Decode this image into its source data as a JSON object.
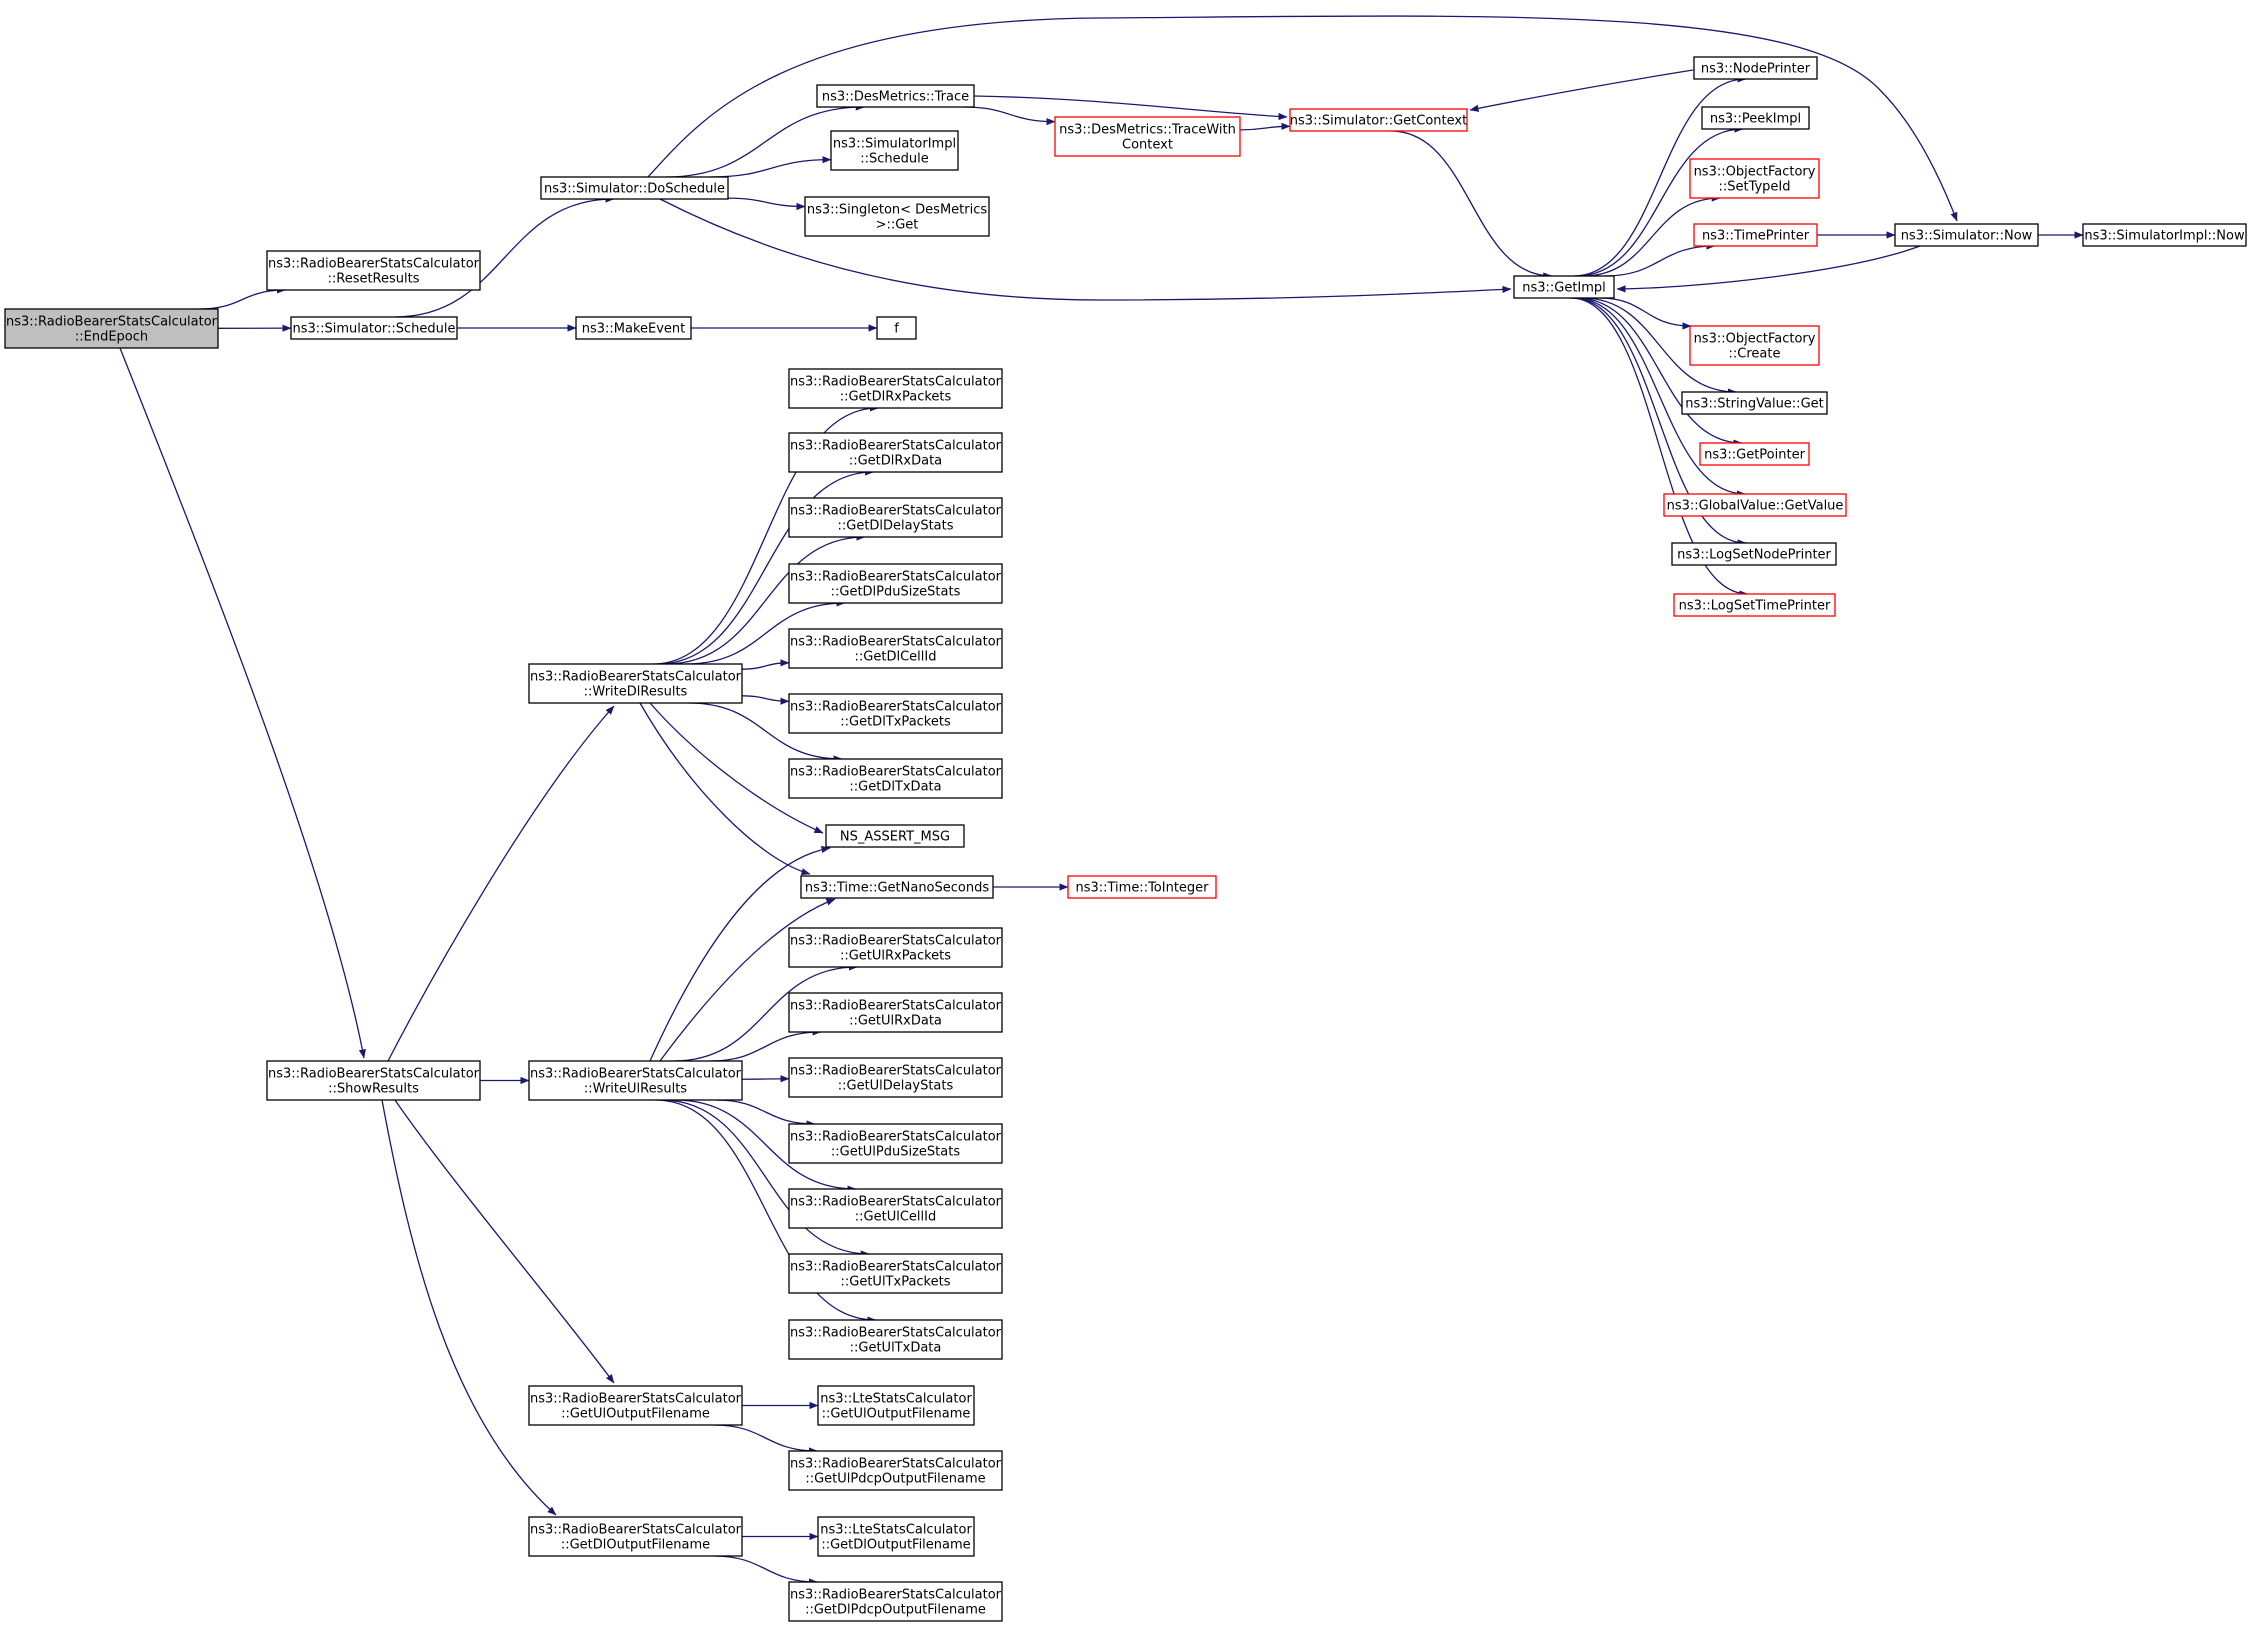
{
  "diagram": {
    "type": "call-graph",
    "colors": {
      "edge": "#191970",
      "node_border": "#000000",
      "node_border_truncated": "#ff0000",
      "root_fill": "#bfbfbf",
      "node_fill": "#ffffff"
    },
    "nodes": [
      {
        "id": "endepoch",
        "lines": [
          "ns3::RadioBearerStatsCalculator",
          "::EndEpoch"
        ],
        "root": true
      },
      {
        "id": "resetresults",
        "lines": [
          "ns3::RadioBearerStatsCalculator",
          "::ResetResults"
        ]
      },
      {
        "id": "sim_schedule",
        "lines": [
          "ns3::Simulator::Schedule"
        ]
      },
      {
        "id": "doschedule",
        "lines": [
          "ns3::Simulator::DoSchedule"
        ]
      },
      {
        "id": "desm_trace",
        "lines": [
          "ns3::DesMetrics::Trace"
        ]
      },
      {
        "id": "simimpl_schedule",
        "lines": [
          "ns3::SimulatorImpl",
          "::Schedule"
        ]
      },
      {
        "id": "singleton_get",
        "lines": [
          "ns3::Singleton< DesMetrics",
          ">::Get"
        ]
      },
      {
        "id": "tracewith",
        "lines": [
          "ns3::DesMetrics::TraceWith",
          "Context"
        ],
        "truncated": true
      },
      {
        "id": "getcontext",
        "lines": [
          "ns3::Simulator::GetContext"
        ],
        "truncated": true
      },
      {
        "id": "makeevent",
        "lines": [
          "ns3::MakeEvent"
        ]
      },
      {
        "id": "f",
        "lines": [
          "f"
        ]
      },
      {
        "id": "getimpl",
        "lines": [
          "ns3::GetImpl"
        ]
      },
      {
        "id": "nodeprinter",
        "lines": [
          "ns3::NodePrinter"
        ]
      },
      {
        "id": "peekimpl",
        "lines": [
          "ns3::PeekImpl"
        ]
      },
      {
        "id": "of_settypeid",
        "lines": [
          "ns3::ObjectFactory",
          "::SetTypeId"
        ],
        "truncated": true
      },
      {
        "id": "timeprinter",
        "lines": [
          "ns3::TimePrinter"
        ],
        "truncated": true
      },
      {
        "id": "sim_now",
        "lines": [
          "ns3::Simulator::Now"
        ]
      },
      {
        "id": "simimpl_now",
        "lines": [
          "ns3::SimulatorImpl::Now"
        ]
      },
      {
        "id": "of_create",
        "lines": [
          "ns3::ObjectFactory",
          "::Create"
        ],
        "truncated": true
      },
      {
        "id": "stringvalue_get",
        "lines": [
          "ns3::StringValue::Get"
        ]
      },
      {
        "id": "getpointer",
        "lines": [
          "ns3::GetPointer"
        ],
        "truncated": true
      },
      {
        "id": "gv_getvalue",
        "lines": [
          "ns3::GlobalValue::GetValue"
        ],
        "truncated": true
      },
      {
        "id": "logsetnodeprinter",
        "lines": [
          "ns3::LogSetNodePrinter"
        ]
      },
      {
        "id": "logsettimeprinter",
        "lines": [
          "ns3::LogSetTimePrinter"
        ],
        "truncated": true
      },
      {
        "id": "showresults",
        "lines": [
          "ns3::RadioBearerStatsCalculator",
          "::ShowResults"
        ]
      },
      {
        "id": "writedlresults",
        "lines": [
          "ns3::RadioBearerStatsCalculator",
          "::WriteDlResults"
        ]
      },
      {
        "id": "writeulresults",
        "lines": [
          "ns3::RadioBearerStatsCalculator",
          "::WriteUlResults"
        ]
      },
      {
        "id": "getdlrxpackets",
        "lines": [
          "ns3::RadioBearerStatsCalculator",
          "::GetDlRxPackets"
        ]
      },
      {
        "id": "getdlrxdata",
        "lines": [
          "ns3::RadioBearerStatsCalculator",
          "::GetDlRxData"
        ]
      },
      {
        "id": "getdldelaystats",
        "lines": [
          "ns3::RadioBearerStatsCalculator",
          "::GetDlDelayStats"
        ]
      },
      {
        "id": "getdlpdusizestats",
        "lines": [
          "ns3::RadioBearerStatsCalculator",
          "::GetDlPduSizeStats"
        ]
      },
      {
        "id": "getdlcellid",
        "lines": [
          "ns3::RadioBearerStatsCalculator",
          "::GetDlCellId"
        ]
      },
      {
        "id": "getdltxpackets",
        "lines": [
          "ns3::RadioBearerStatsCalculator",
          "::GetDlTxPackets"
        ]
      },
      {
        "id": "getdltxdata",
        "lines": [
          "ns3::RadioBearerStatsCalculator",
          "::GetDlTxData"
        ]
      },
      {
        "id": "ns_assert_msg",
        "lines": [
          "NS_ASSERT_MSG"
        ]
      },
      {
        "id": "getnanoseconds",
        "lines": [
          "ns3::Time::GetNanoSeconds"
        ]
      },
      {
        "id": "tointeger",
        "lines": [
          "ns3::Time::ToInteger"
        ],
        "truncated": true
      },
      {
        "id": "getulrxpackets",
        "lines": [
          "ns3::RadioBearerStatsCalculator",
          "::GetUlRxPackets"
        ]
      },
      {
        "id": "getulrxdata",
        "lines": [
          "ns3::RadioBearerStatsCalculator",
          "::GetUlRxData"
        ]
      },
      {
        "id": "getuldelaystats",
        "lines": [
          "ns3::RadioBearerStatsCalculator",
          "::GetUlDelayStats"
        ]
      },
      {
        "id": "getulpdusizestats",
        "lines": [
          "ns3::RadioBearerStatsCalculator",
          "::GetUlPduSizeStats"
        ]
      },
      {
        "id": "getulcellid",
        "lines": [
          "ns3::RadioBearerStatsCalculator",
          "::GetUlCellId"
        ]
      },
      {
        "id": "getultxpackets",
        "lines": [
          "ns3::RadioBearerStatsCalculator",
          "::GetUlTxPackets"
        ]
      },
      {
        "id": "getultxdata",
        "lines": [
          "ns3::RadioBearerStatsCalculator",
          "::GetUlTxData"
        ]
      },
      {
        "id": "getuloutfn",
        "lines": [
          "ns3::RadioBearerStatsCalculator",
          "::GetUlOutputFilename"
        ]
      },
      {
        "id": "lte_getuloutfn",
        "lines": [
          "ns3::LteStatsCalculator",
          "::GetUlOutputFilename"
        ]
      },
      {
        "id": "getulpdcpoutfn",
        "lines": [
          "ns3::RadioBearerStatsCalculator",
          "::GetUlPdcpOutputFilename"
        ]
      },
      {
        "id": "getdloutfn",
        "lines": [
          "ns3::RadioBearerStatsCalculator",
          "::GetDlOutputFilename"
        ]
      },
      {
        "id": "lte_getdloutfn",
        "lines": [
          "ns3::LteStatsCalculator",
          "::GetDlOutputFilename"
        ]
      },
      {
        "id": "getdlpdcpoutfn",
        "lines": [
          "ns3::RadioBearerStatsCalculator",
          "::GetDlPdcpOutputFilename"
        ]
      }
    ],
    "edges": [
      [
        "endepoch",
        "resetresults"
      ],
      [
        "endepoch",
        "sim_schedule"
      ],
      [
        "endepoch",
        "showresults"
      ],
      [
        "sim_schedule",
        "doschedule"
      ],
      [
        "sim_schedule",
        "makeevent"
      ],
      [
        "doschedule",
        "desm_trace"
      ],
      [
        "doschedule",
        "simimpl_schedule"
      ],
      [
        "doschedule",
        "singleton_get"
      ],
      [
        "doschedule",
        "getimpl"
      ],
      [
        "doschedule",
        "sim_now"
      ],
      [
        "desm_trace",
        "tracewith"
      ],
      [
        "desm_trace",
        "getcontext"
      ],
      [
        "tracewith",
        "getcontext"
      ],
      [
        "getcontext",
        "getimpl"
      ],
      [
        "nodeprinter",
        "getcontext"
      ],
      [
        "makeevent",
        "f"
      ],
      [
        "getimpl",
        "nodeprinter"
      ],
      [
        "getimpl",
        "peekimpl"
      ],
      [
        "getimpl",
        "of_settypeid"
      ],
      [
        "getimpl",
        "timeprinter"
      ],
      [
        "getimpl",
        "of_create"
      ],
      [
        "getimpl",
        "stringvalue_get"
      ],
      [
        "getimpl",
        "getpointer"
      ],
      [
        "getimpl",
        "gv_getvalue"
      ],
      [
        "getimpl",
        "logsetnodeprinter"
      ],
      [
        "getimpl",
        "logsettimeprinter"
      ],
      [
        "timeprinter",
        "sim_now"
      ],
      [
        "sim_now",
        "simimpl_now"
      ],
      [
        "sim_now",
        "getimpl"
      ],
      [
        "showresults",
        "writedlresults"
      ],
      [
        "showresults",
        "writeulresults"
      ],
      [
        "showresults",
        "getuloutfn"
      ],
      [
        "showresults",
        "getdloutfn"
      ],
      [
        "writedlresults",
        "getdlrxpackets"
      ],
      [
        "writedlresults",
        "getdlrxdata"
      ],
      [
        "writedlresults",
        "getdldelaystats"
      ],
      [
        "writedlresults",
        "getdlpdusizestats"
      ],
      [
        "writedlresults",
        "getdlcellid"
      ],
      [
        "writedlresults",
        "getdltxpackets"
      ],
      [
        "writedlresults",
        "getdltxdata"
      ],
      [
        "writedlresults",
        "ns_assert_msg"
      ],
      [
        "writedlresults",
        "getnanoseconds"
      ],
      [
        "writeulresults",
        "ns_assert_msg"
      ],
      [
        "writeulresults",
        "getnanoseconds"
      ],
      [
        "writeulresults",
        "getulrxpackets"
      ],
      [
        "writeulresults",
        "getulrxdata"
      ],
      [
        "writeulresults",
        "getuldelaystats"
      ],
      [
        "writeulresults",
        "getulpdusizestats"
      ],
      [
        "writeulresults",
        "getulcellid"
      ],
      [
        "writeulresults",
        "getultxpackets"
      ],
      [
        "writeulresults",
        "getultxdata"
      ],
      [
        "getnanoseconds",
        "tointeger"
      ],
      [
        "getuloutfn",
        "lte_getuloutfn"
      ],
      [
        "getuloutfn",
        "getulpdcpoutfn"
      ],
      [
        "getdloutfn",
        "lte_getdloutfn"
      ],
      [
        "getdloutfn",
        "getdlpdcpoutfn"
      ]
    ]
  }
}
